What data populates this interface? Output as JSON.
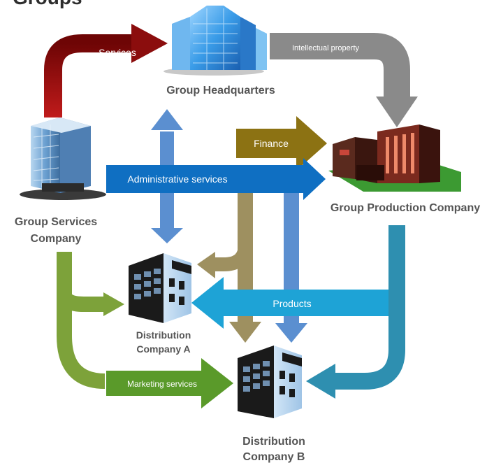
{
  "title": "Groups",
  "entities": {
    "headquarters": "Group Headquarters",
    "services_co_line1": "Group Services",
    "services_co_line2": "Company",
    "production_co": "Group Production Company",
    "dist_a_line1": "Distribution",
    "dist_a_line2": "Company A",
    "dist_b_line1": "Distribution",
    "dist_b_line2": "Company B"
  },
  "flows": {
    "services": "Services",
    "intellectual_property": "Intellectual property",
    "finance": "Finance",
    "administrative_services": "Administrative services",
    "products": "Products",
    "marketing_services": "Marketing services"
  },
  "colors": {
    "services_flow": "#8b0d0d",
    "ip_flow": "#8a8a8a",
    "finance_flow": "#8c7213",
    "admin_flow": "#0f6fc2",
    "products_flow": "#1ea3d6",
    "marketing_flow": "#5a9a2a",
    "hq_to_dist_flow": "#5b8fd0",
    "finance_down_flow": "#9e9060",
    "production_down_flow": "#2e8fb0"
  },
  "icons": {
    "headquarters": "glass-office-tower-icon",
    "services_company": "office-tower-icon",
    "production_company": "factory-icon",
    "distribution_a": "office-building-icon",
    "distribution_b": "office-building-icon"
  }
}
